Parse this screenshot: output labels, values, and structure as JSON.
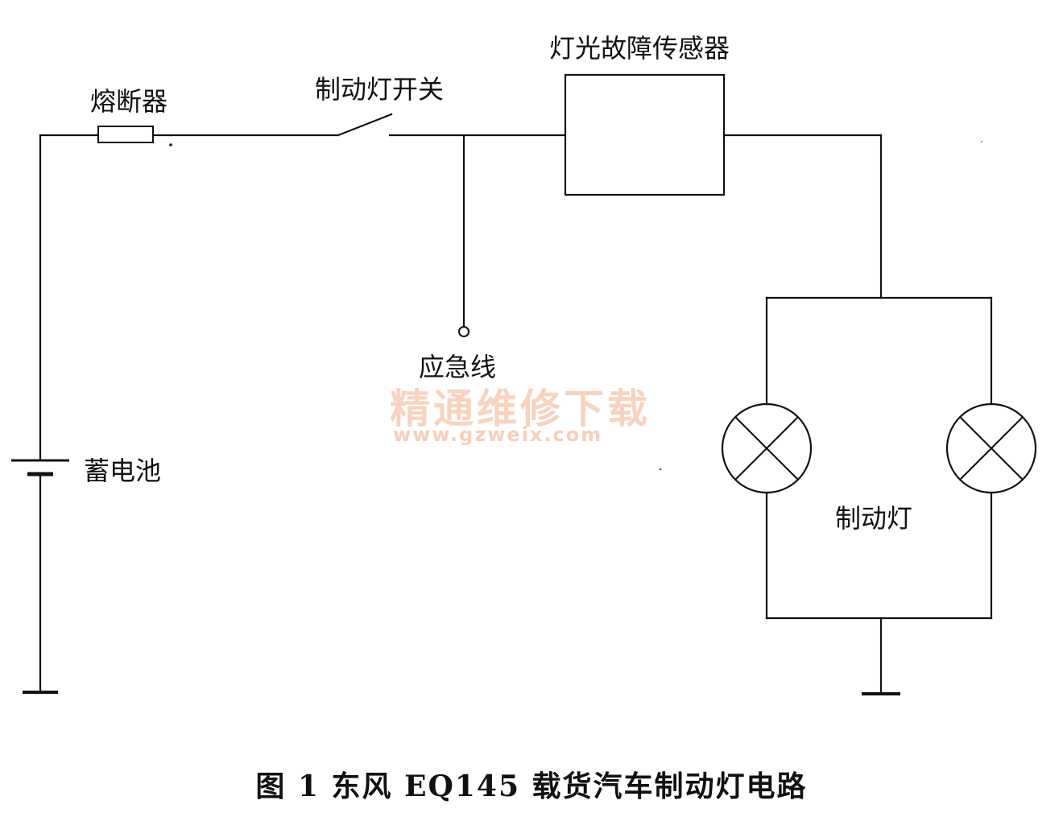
{
  "labels": {
    "fuse": "熔断器",
    "brake_switch": "制动灯开关",
    "sensor": "灯光故障传感器",
    "emergency_line": "应急线",
    "battery": "蓄电池",
    "brake_lamp": "制动灯"
  },
  "caption": "图 1   东风 EQ145 载货汽车制动灯电路",
  "watermark": {
    "text": "精通维修下载",
    "url": "www.gzweix.com",
    "color": "#f2b08a"
  },
  "colors": {
    "line": "#111111",
    "background": "#ffffff"
  }
}
